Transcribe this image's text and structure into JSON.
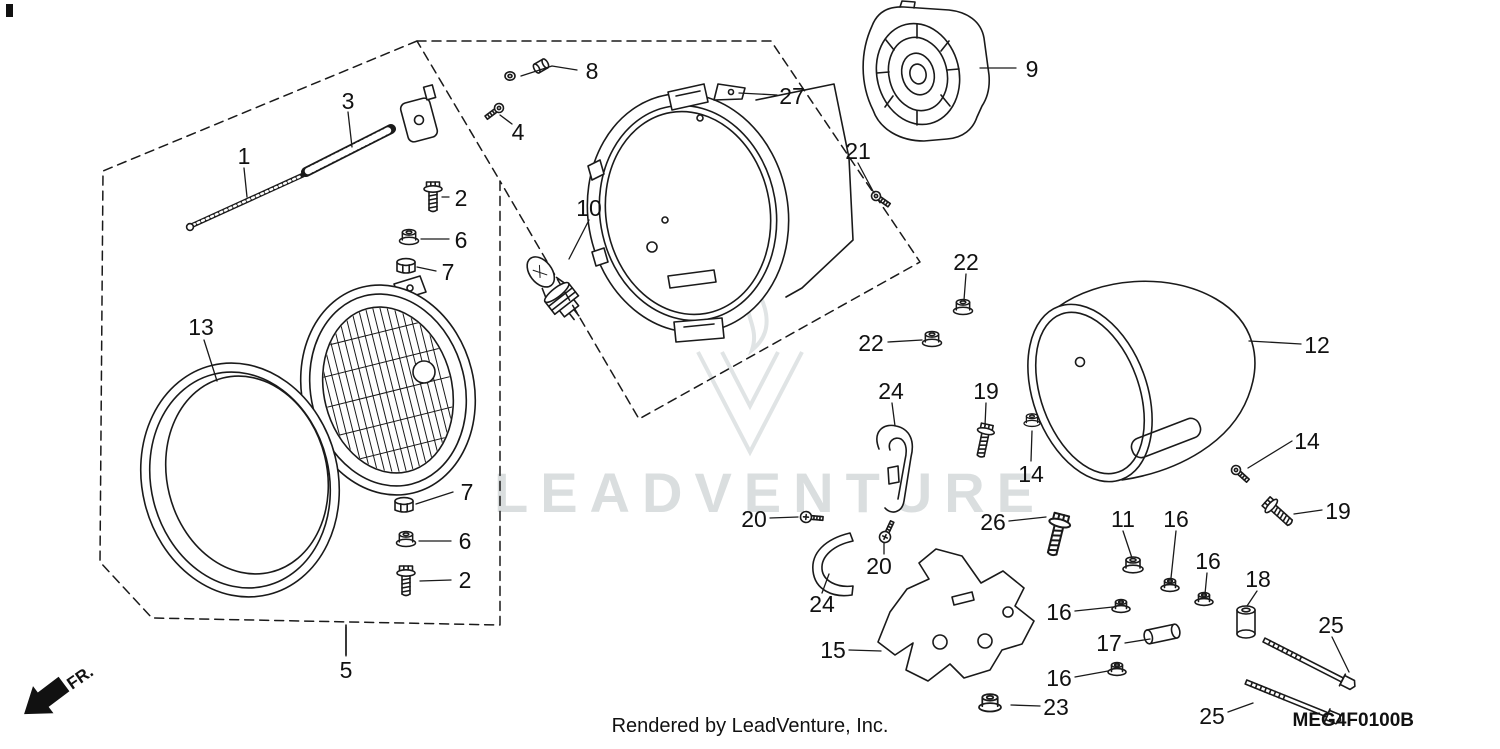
{
  "diagram": {
    "code": "MEG4F0100B",
    "footer": "Rendered by LeadVenture, Inc.",
    "watermark": "LEADVENTURE",
    "direction_label": "FR.",
    "colors": {
      "line": "#1a1a1a",
      "watermark": "#dadedf",
      "background": "#ffffff"
    }
  },
  "labels": [
    "8",
    "3",
    "27",
    "9",
    "4",
    "21",
    "1",
    "2",
    "10",
    "6",
    "7",
    "22",
    "22",
    "13",
    "12",
    "24",
    "19",
    "14",
    "14",
    "19",
    "7",
    "20",
    "26",
    "11",
    "16",
    "16",
    "18",
    "6",
    "20",
    "2",
    "16",
    "24",
    "25",
    "15",
    "17",
    "16",
    "5",
    "23",
    "25"
  ]
}
